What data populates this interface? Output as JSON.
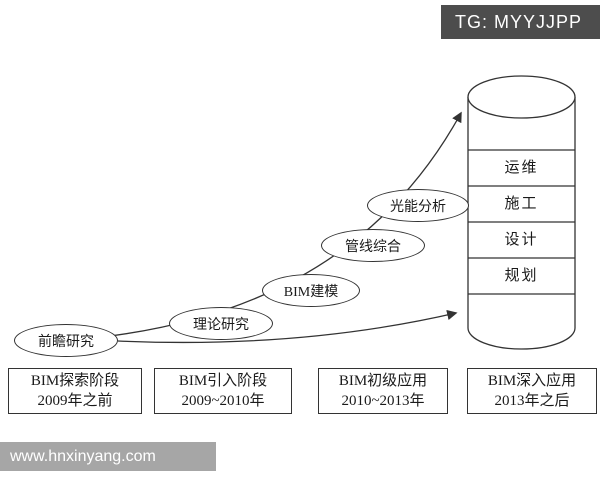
{
  "badge": {
    "text": "TG: MYYJJPP"
  },
  "watermark": {
    "text": "www.hnxinyang.com"
  },
  "diagram": {
    "ovals": [
      {
        "label": "前瞻研究"
      },
      {
        "label": "理论研究"
      },
      {
        "label": "BIM建模"
      },
      {
        "label": "管线综合"
      },
      {
        "label": "光能分析"
      }
    ],
    "cylinder": {
      "layers": [
        {
          "label": "运维"
        },
        {
          "label": "施工"
        },
        {
          "label": "设计"
        },
        {
          "label": "规划"
        }
      ]
    },
    "stages": [
      {
        "name": "BIM探索阶段",
        "period": "2009年之前"
      },
      {
        "name": "BIM引入阶段",
        "period": "2009~2010年"
      },
      {
        "name": "BIM初级应用",
        "period": "2010~2013年"
      },
      {
        "name": "BIM深入应用",
        "period": "2013年之后"
      }
    ],
    "colors": {
      "line_stroke": "#333333",
      "badge_bg": "#4d4d4d",
      "watermark_bg": "#969696"
    }
  }
}
